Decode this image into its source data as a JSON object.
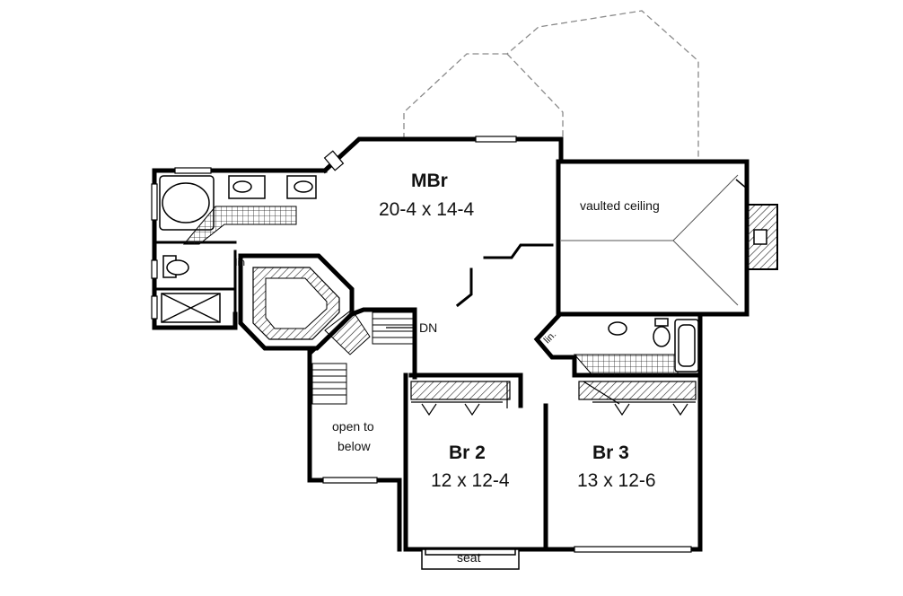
{
  "rooms": {
    "master": {
      "name": "MBr",
      "dims": "20-4 x 14-4"
    },
    "bedroom2": {
      "name": "Br 2",
      "dims": "12 x 12-4"
    },
    "bedroom3": {
      "name": "Br 3",
      "dims": "13 x 12-6"
    }
  },
  "notes": {
    "vaulted": "vaulted ceiling",
    "open_line1": "open to",
    "open_line2": "below",
    "stair_dn": "DN",
    "seat": "seat",
    "linen_master": "lin",
    "linen_hall": "lin."
  },
  "colors": {
    "wall": "#000000",
    "hatch": "#222222",
    "dashed": "#888888",
    "background": "#ffffff"
  }
}
